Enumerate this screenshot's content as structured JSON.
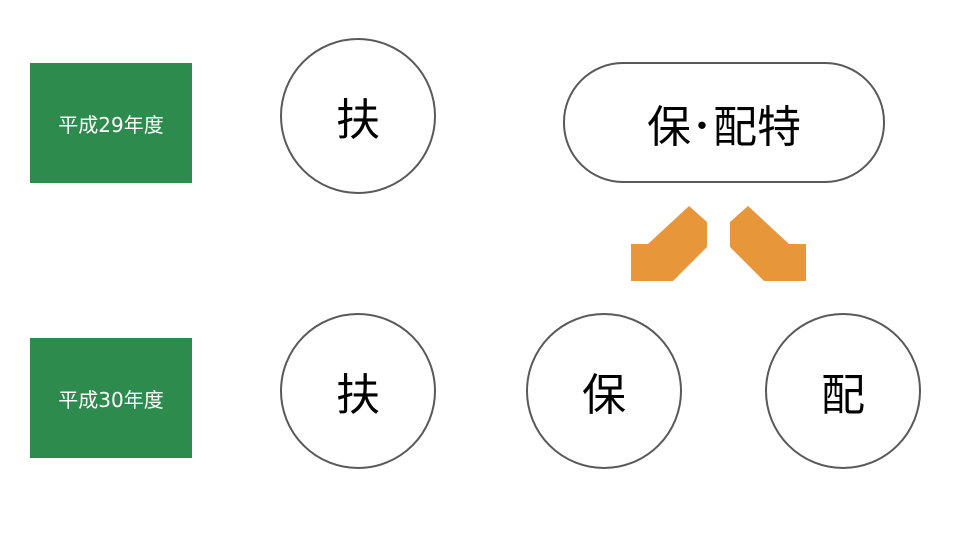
{
  "years": [
    {
      "label": "平成29年度"
    },
    {
      "label": "平成30年度"
    }
  ],
  "h29": {
    "fu": "扶",
    "combined": "保･配特"
  },
  "h30": {
    "fu": "扶",
    "ho": "保",
    "hai": "配"
  },
  "colors": {
    "label_bg": "#2E8B4E",
    "arrow": "#E8963A",
    "border": "#595959"
  }
}
